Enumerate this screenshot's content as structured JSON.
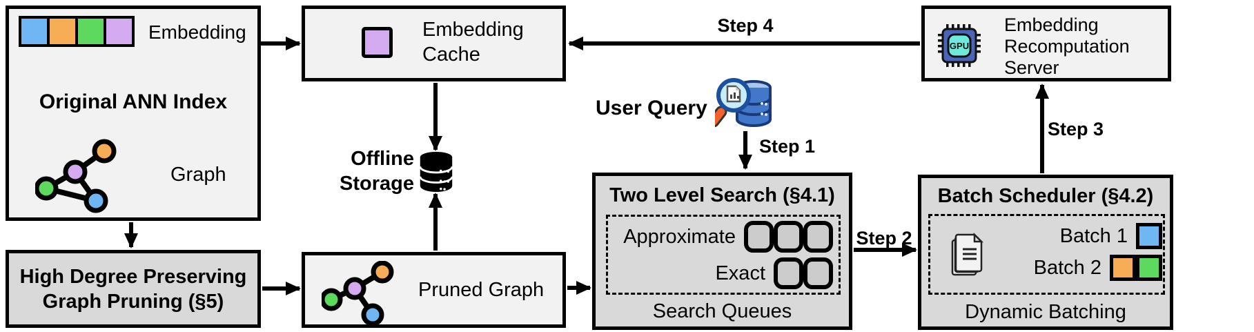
{
  "figure": {
    "original_ann_index": {
      "title": "Original ANN Index",
      "embedding_label": "Embedding",
      "graph_label": "Graph"
    },
    "embedding_cache": {
      "lines": [
        "Embedding",
        "Cache"
      ]
    },
    "offline_storage": {
      "lines": [
        "Offline",
        "Storage"
      ]
    },
    "high_degree_pruning": {
      "lines": [
        "High Degree Preserving",
        "Graph Pruning (§5)"
      ]
    },
    "pruned_graph": {
      "label": "Pruned Graph"
    },
    "two_level_search": {
      "title": "Two Level Search (§4.1)",
      "rows": [
        {
          "label": "Approximate",
          "queue_count": 3
        },
        {
          "label": "Exact",
          "queue_count": 2
        }
      ],
      "footer": "Search Queues"
    },
    "batch_scheduler": {
      "title": "Batch Scheduler (§4.2)",
      "batches": [
        {
          "label": "Batch 1",
          "colors": [
            "blue"
          ]
        },
        {
          "label": "Batch 2",
          "colors": [
            "orange",
            "green"
          ]
        }
      ],
      "footer": "Dynamic Batching"
    },
    "recomputation_server": {
      "lines": [
        "Embedding",
        "Recomputation",
        "Server"
      ],
      "chip_label": "GPU"
    },
    "user_query_label": "User Query",
    "steps": {
      "step1": "Step 1",
      "step2": "Step 2",
      "step3": "Step 3",
      "step4": "Step 4"
    }
  },
  "colors": {
    "blue": "#6FB7F4",
    "orange": "#F7AD55",
    "green": "#5DD95D",
    "purple": "#D4ABF0",
    "box_light": "#f2f2f2",
    "box_dark": "#d9d9d9",
    "queue_fill": "#cccccc",
    "db_blue": "#4377C9",
    "db_blue_top": "#A9C7EC",
    "db_outline": "#1A3A7A",
    "lens_fill": "#C9EDF8",
    "lens_rim": "#1C4F9E",
    "handle_orange": "#F2612E",
    "chip_body": "#4A64B8",
    "chip_core": "#6FE9DC"
  }
}
